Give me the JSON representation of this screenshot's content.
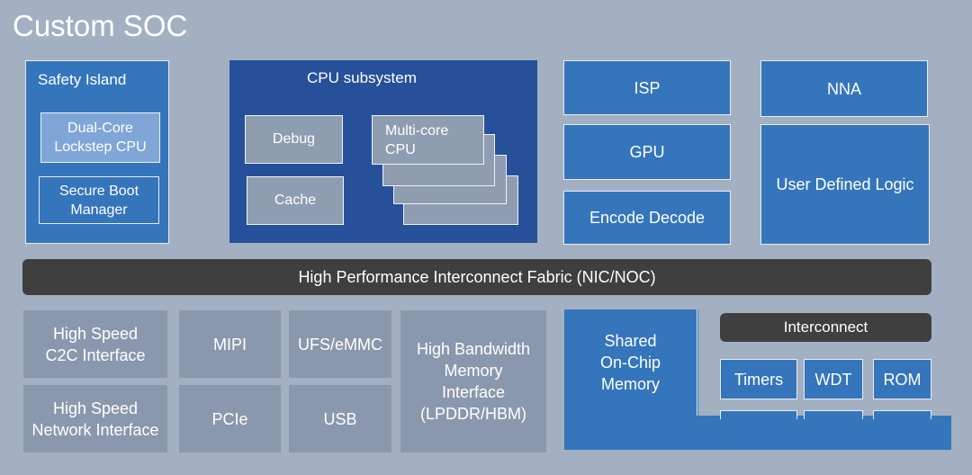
{
  "title": "Custom SOC",
  "safety": {
    "title": "Safety Island",
    "dual_core": "Dual-Core Lockstep CPU",
    "secure_boot": "Secure Boot Manager"
  },
  "cpu": {
    "title": "CPU subsystem",
    "debug": "Debug",
    "cache": "Cache",
    "multicore": "Multi-core CPU"
  },
  "blocks": {
    "isp": "ISP",
    "gpu": "GPU",
    "encode": "Encode Decode",
    "nna": "NNA",
    "udl": "User Defined Logic"
  },
  "fabric": "High Performance Interconnect Fabric (NIC/NOC)",
  "io": {
    "c2c": "High Speed C2C Interface",
    "network": "High Speed Network Interface",
    "mipi": "MIPI",
    "pcie": "PCIe",
    "ufs": "UFS/eMMC",
    "usb": "USB",
    "hbm": "High Bandwidth Memory Interface (LPDDR/HBM)"
  },
  "memory": {
    "shared": "Shared On-Chip Memory",
    "interconnect": "Interconnect",
    "timers": "Timers",
    "wdt": "WDT",
    "rom": "ROM"
  },
  "colors": {
    "background": "#a3b0c2",
    "block_blue": "#3575bb",
    "cpu_dark_blue": "#27509a",
    "gray_block": "#8f9db1",
    "fabric_bar": "#3f3f3f"
  }
}
